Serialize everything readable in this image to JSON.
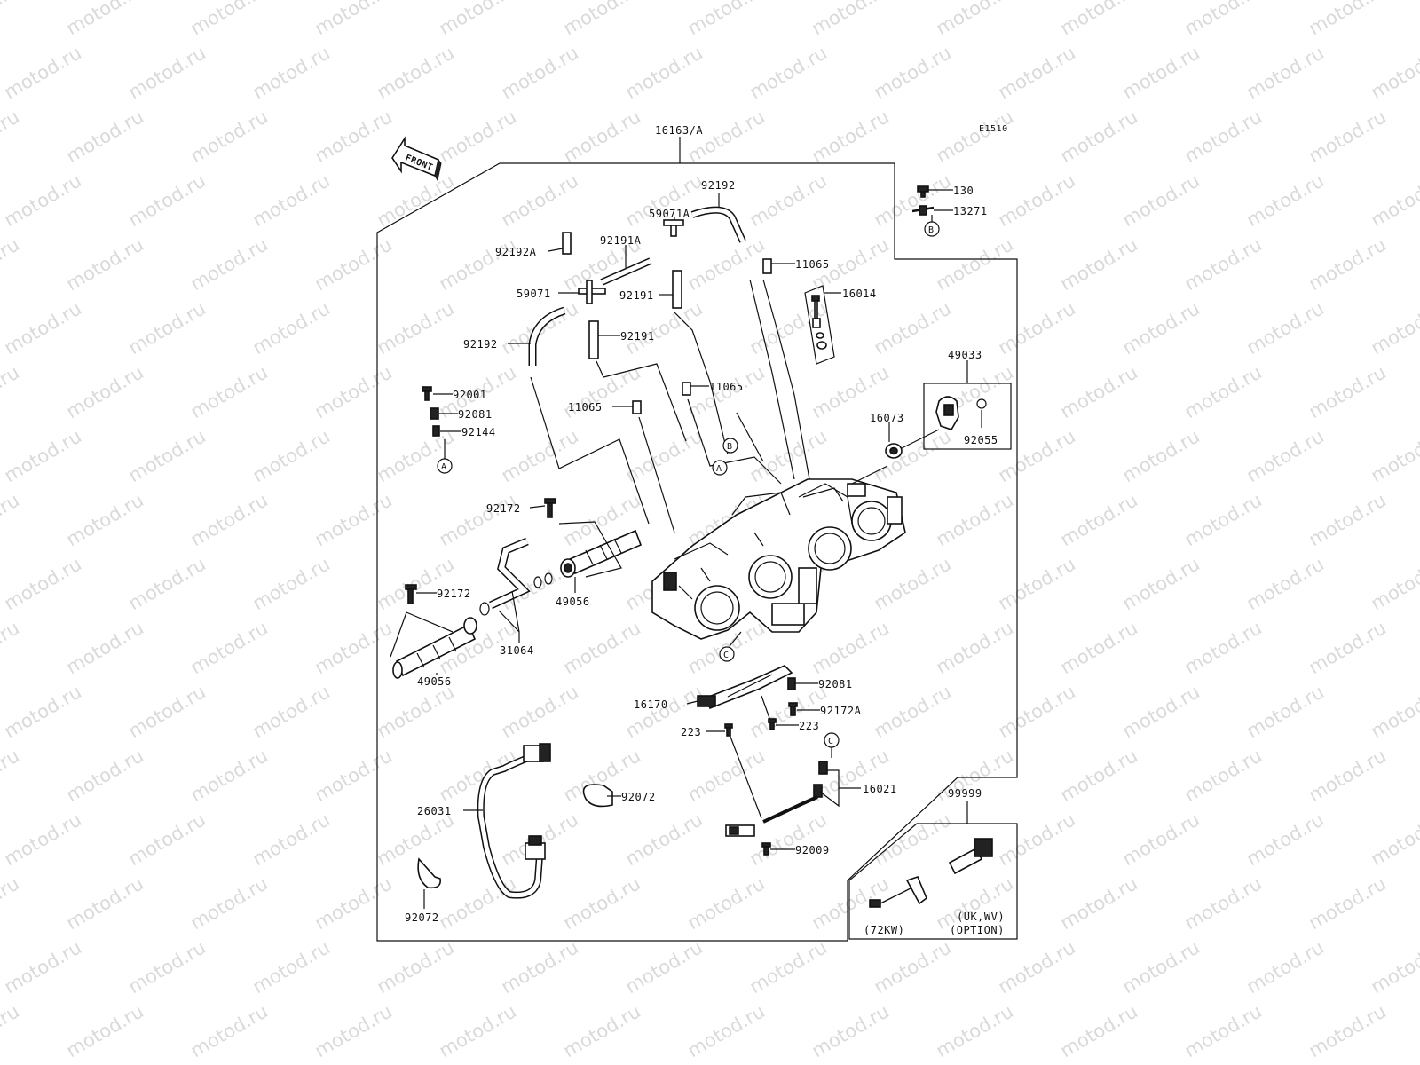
{
  "diagram": {
    "code": "E1510",
    "front_label": "FRONT",
    "labels": {
      "p16163a": "16163/A",
      "p92192_top": "92192",
      "p59071a": "59071A",
      "p92192a": "92192A",
      "p92191a": "92191A",
      "p11065_top": "11065",
      "p59071": "59071",
      "p92191_mid": "92191",
      "p16014": "16014",
      "p92192_left": "92192",
      "p92191_low": "92191",
      "p130": "130",
      "p13271": "13271",
      "p49033": "49033",
      "p92001": "92001",
      "p92081_top": "92081",
      "p92144": "92144",
      "p11065_mid": "11065",
      "p11065_left": "11065",
      "p16073": "16073",
      "p92055": "92055",
      "p92172_top": "92172",
      "p92172_left": "92172",
      "p49056_right": "49056",
      "p31064": "31064",
      "p49056_left": "49056",
      "p92081_bot": "92081",
      "p16170": "16170",
      "p92172a": "92172A",
      "p223_left": "223",
      "p223_right": "223",
      "p16021": "16021",
      "p26031": "26031",
      "p92072_mid": "92072",
      "p92072_bot": "92072",
      "p92009": "92009",
      "p99999": "99999",
      "opt_region": "(UK,WV)",
      "opt_option": "(OPTION)",
      "opt_72kw": "(72KW)"
    },
    "refs": {
      "a": "A",
      "b": "B",
      "c": "C"
    },
    "watermark": "motod.ru"
  }
}
